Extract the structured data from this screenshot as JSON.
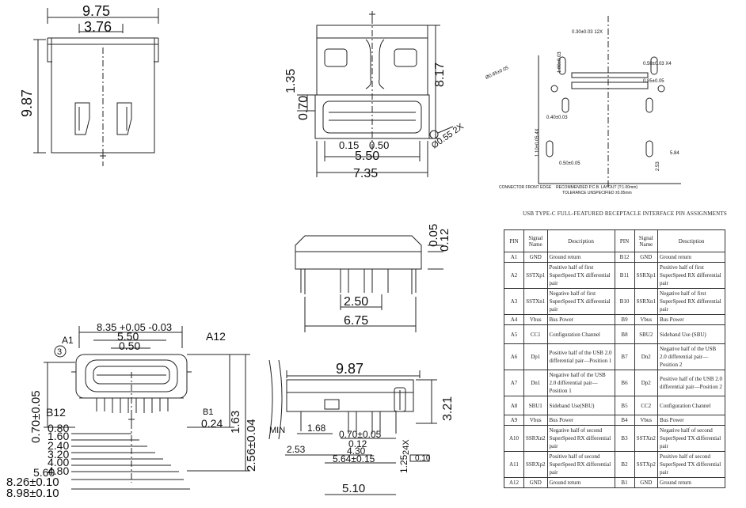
{
  "top_left_view": {
    "dims": [
      "9.75",
      "3.76",
      "9.87"
    ]
  },
  "top_mid_view": {
    "dims": [
      "1.35",
      "0.70",
      "8.17",
      "0.15",
      "0.50",
      "5.50",
      "7.35",
      "Ø0.55 2X"
    ]
  },
  "pcb_layout": {
    "dims": [
      "0.30±0.03 12X",
      "0.50±0.03 X4",
      "0.85±0.05",
      "1.80±0.03",
      "0.50±0.05",
      "5.84",
      "2.53",
      "1.10±0.05 4X",
      "0.40±0.03",
      "Ø0.65±0.05"
    ],
    "label_connector": "CONNECTOR FRONT EDGE",
    "label_recommended": "RECOMMENDED P.C.B. LAYOUT (T:1.00mm)",
    "label_tolerance": "TOLERANCE UNSPECIFIED ±0.05mm"
  },
  "mid_view": {
    "dims": [
      "0.05",
      "0.12",
      "2.50",
      "6.75"
    ]
  },
  "bottom_left_view": {
    "dims_top": [
      "8.35 +0.05 -0.03",
      "5.50",
      "0.50"
    ],
    "labels": [
      "A1",
      "A12",
      "B12",
      "B1",
      "3"
    ],
    "dims_left": [
      "0.70±0.05",
      "0.80",
      "1.60",
      "2.40",
      "3.20",
      "4.00",
      "4.80",
      "5.60",
      "8.26±0.10",
      "8.98±0.10"
    ],
    "dims_right": [
      "0.24",
      "1.63",
      "2.56±0.04"
    ]
  },
  "bottom_mid_view": {
    "dims": [
      "9.87",
      "3.21",
      "1.68",
      "0.70±0.05",
      "0.12",
      "4.30",
      "2.53",
      "5.64±0.15",
      "5.10",
      "1.25",
      "24X",
      "0.10"
    ],
    "label_min": "MIN"
  },
  "table": {
    "caption": "USB TYPE-C FULL-FEATURED RECEPTACLE INTERFACE PIN ASSIGNMENTS",
    "headers": [
      "PIN",
      "Signal Name",
      "Description",
      "PIN",
      "Signal Name",
      "Description"
    ],
    "rows": [
      [
        "A1",
        "GND",
        "Ground return",
        "B12",
        "GND",
        "Ground return"
      ],
      [
        "A2",
        "SSTXp1",
        "Positive half of first SuperSpeed TX differential pair",
        "B11",
        "SSRXp1",
        "Positive half of first SuperSpeed RX differential pair"
      ],
      [
        "A3",
        "SSTXn1",
        "Negative half of first SuperSpeed TX differential pair",
        "B10",
        "SSRXn1",
        "Negative half of first SuperSpeed RX differential pair"
      ],
      [
        "A4",
        "Vbus",
        "Bus Power",
        "B9",
        "Vbus",
        "Bus Power"
      ],
      [
        "A5",
        "CC1",
        "Configuration Channel",
        "B8",
        "SBU2",
        "Sideband Use (SBU)"
      ],
      [
        "A6",
        "Dp1",
        "Positive half of the USB 2.0 differential pair—Position 1",
        "B7",
        "Dn2",
        "Negative half of the USB 2.0 differential pair—Position 2"
      ],
      [
        "A7",
        "Dn1",
        "Negative half of the USB 2.0 differential pair—Position 1",
        "B6",
        "Dp2",
        "Positive half of the USB 2.0 differential pair—Position 2"
      ],
      [
        "A8",
        "SBU1",
        "Sideband Use(SBU)",
        "B5",
        "CC2",
        "Configuration Channel"
      ],
      [
        "A9",
        "Vbus",
        "Bus Power",
        "B4",
        "Vbus",
        "Bus Power"
      ],
      [
        "A10",
        "SSRXn2",
        "Negative half of second SuperSpeed RX differential pair",
        "B3",
        "SSTXn2",
        "Negative half of second SuperSpeed TX differential pair"
      ],
      [
        "A11",
        "SSRXp2",
        "Positive half of second SuperSpeed RX differential pair",
        "B2",
        "SSTXp2",
        "Positive half of second SuperSpeed TX differential pair"
      ],
      [
        "A12",
        "GND",
        "Ground return",
        "B1",
        "GND",
        "Ground return"
      ]
    ]
  }
}
